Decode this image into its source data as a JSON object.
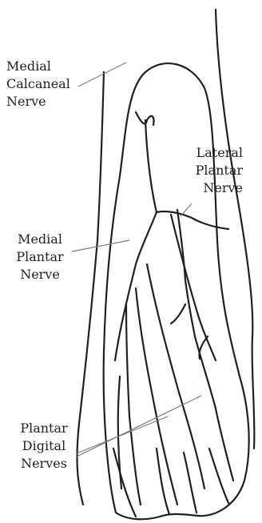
{
  "labels": {
    "medial_calcaneal": [
      "Medial",
      "Calcaneal",
      "Nerve"
    ],
    "lateral_plantar": [
      "Lateral",
      "Plantar",
      "Nerve"
    ],
    "medial_plantar": [
      "Medial",
      "Plantar",
      "Nerve"
    ],
    "plantar_digital": [
      "Plantar",
      "Digital",
      "Nerves"
    ]
  },
  "colors": {
    "line": "#231f20",
    "leader": "#7a7a7a"
  }
}
